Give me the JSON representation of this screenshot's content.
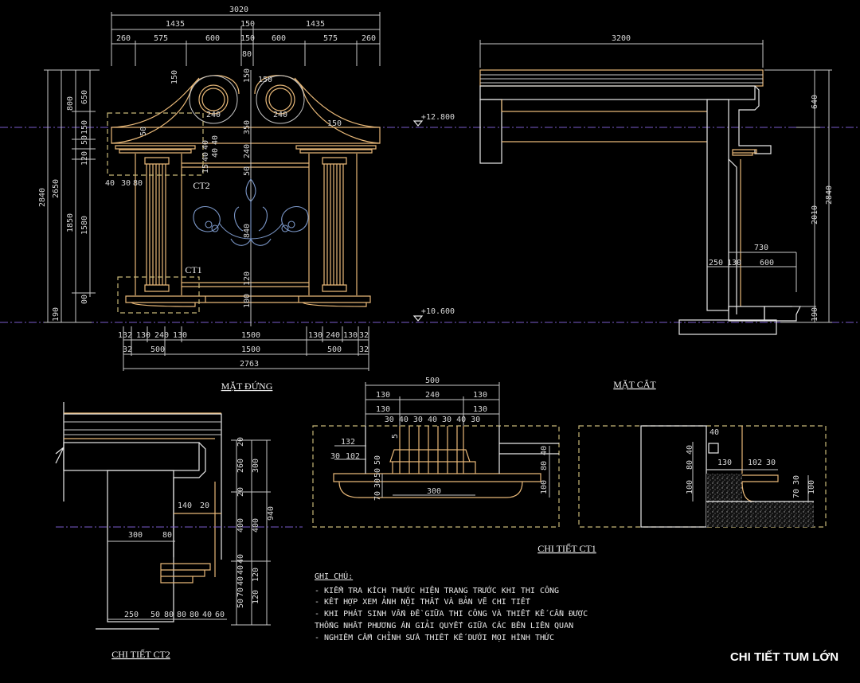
{
  "colors": {
    "background": "#000000",
    "dimension": "#c8c8c8",
    "outline": "#e8b878",
    "level_line": "#7a5ccc",
    "ornament": "#7b97c8"
  },
  "elevation": {
    "title": "MẶT ĐỨNG",
    "top_dims": {
      "total": "3020",
      "row2": [
        "1435",
        "150",
        "1435"
      ],
      "row3": [
        "260",
        "575",
        "600",
        "150",
        "600",
        "575",
        "260"
      ],
      "gap": "80"
    },
    "left_dims": {
      "outer": "2840",
      "second": "2650",
      "third": [
        "800",
        "1850",
        "190"
      ],
      "inner": [
        "650",
        "150",
        "50",
        "120",
        "1580",
        "00"
      ]
    },
    "inner_dims": [
      "150",
      "150",
      "240",
      "240",
      "150",
      "150",
      "350",
      "240",
      "50",
      "120",
      "100",
      "40",
      "40",
      "40",
      "40",
      "15",
      "50",
      "40",
      "30",
      "80",
      "840"
    ],
    "bottom_dims": {
      "row1": [
        "132",
        "130",
        "240",
        "130",
        "1500",
        "130",
        "240",
        "130",
        "32"
      ],
      "row2": [
        "32",
        "500",
        "1500",
        "500",
        "32"
      ],
      "total": "2763"
    },
    "callouts": [
      "CT2",
      "CT1"
    ],
    "levels": [
      "+12.800",
      "+10.600"
    ]
  },
  "section": {
    "title": "MẶT CẮT",
    "top_dim": "3200",
    "right_dims": [
      "640",
      "2840",
      "2010",
      "190"
    ],
    "bottom_dims": [
      "730",
      "250",
      "130",
      "600"
    ]
  },
  "ct1": {
    "title": "CHI TIẾT CT1",
    "top": [
      "500",
      "130",
      "240",
      "130",
      "130",
      "30 40 30 40 30 40 30",
      "130"
    ],
    "left": [
      "5",
      "132",
      "30",
      "102",
      "50",
      "50",
      "30",
      "70",
      "300"
    ],
    "right": [
      "40",
      "80",
      "100"
    ],
    "detail": [
      "40",
      "40",
      "80",
      "100",
      "130",
      "102",
      "30",
      "30",
      "70",
      "100"
    ]
  },
  "ct2": {
    "title": "CHI TIẾT CT2",
    "dims": [
      "20",
      "260",
      "300",
      "20",
      "140",
      "20",
      "400",
      "400",
      "940",
      "300",
      "80",
      "40",
      "40",
      "120",
      "40",
      "70",
      "50",
      "120"
    ],
    "bottom": [
      "250",
      "50",
      "80",
      "80",
      "80",
      "40",
      "60"
    ]
  },
  "notes": {
    "heading": "GHI CHÚ:",
    "lines": [
      "- KIỂM TRA KÍCH THƯỚC HIỆN TRẠNG TRƯỚC KHI THI CÔNG",
      "- KẾT HỢP XEM ẢNH NỘI THẤT VÀ BẢN VẼ CHI TIẾT",
      "- KHI PHÁT SINH VẤN ĐỀ GIỮA THI CÔNG VÀ THIẾT KẾ CẦN ĐƯỢC",
      "THỐNG NHẤT PHƯƠNG ÁN GIẢI QUYẾT GIỮA CÁC BÊN LIÊN QUAN",
      "- NGHIÊM CẤM CHỈNH SỬA THIẾT KẾ DƯỚI MỌI HÌNH THỨC"
    ]
  },
  "sheet_title": "CHI TIẾT TUM LỚN"
}
